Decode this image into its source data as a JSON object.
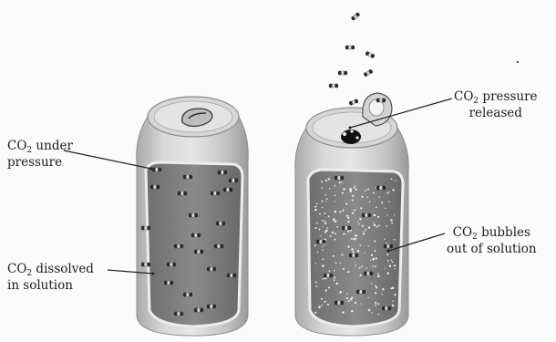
{
  "labels": {
    "co2_under_pressure": {
      "line1_pre": "CO",
      "line1_sub": "2",
      "line1_post": " under",
      "line2": "pressure"
    },
    "co2_dissolved": {
      "line1_pre": "CO",
      "line1_sub": "2",
      "line1_post": " dissolved",
      "line2": "in solution"
    },
    "co2_pressure_released": {
      "line1_pre": "CO",
      "line1_sub": "2",
      "line1_post": " pressure",
      "line2": "released"
    },
    "co2_bubbles": {
      "line1_pre": "CO",
      "line1_sub": "2",
      "line1_post": " bubbles",
      "line2": "out of solution"
    }
  },
  "colors": {
    "can_metal": "#c9c9c9",
    "liquid": "#7d7d7d",
    "background": "#fbfbfb"
  }
}
